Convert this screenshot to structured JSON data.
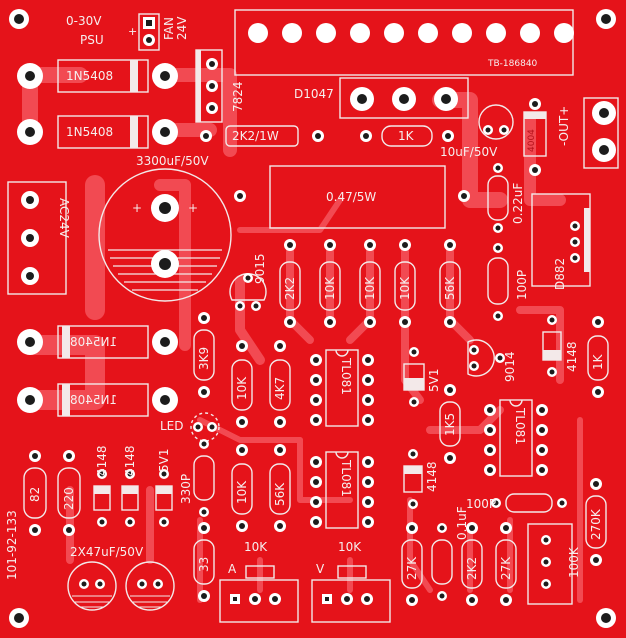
{
  "board": {
    "colors": {
      "substrate": "#e5131a",
      "silkscreen": "#f3e9e9",
      "trace": "#f24a52",
      "pad": "#ffffff",
      "drill": "#1c1c1c"
    },
    "header": {
      "psu_range": "0-30V",
      "psu": "PSU",
      "fan": "FAN",
      "fan_voltage": "24V"
    },
    "terminal_block_label": "TB-186840",
    "transistor_d1047": "D1047",
    "regulator_7824": "7824",
    "rectifiers": [
      "1N5408",
      "1N5408",
      "1N5408",
      "1N5408"
    ],
    "resistor_2k2_1w": "2K2/1W",
    "big_cap": "3300uF/50V",
    "res_1k_top": "1K",
    "cap_10uf": "10uF/50V",
    "res_0r47": "0.47/5W",
    "cap_0_22uf": "0.22uF",
    "diode_4004": "4004",
    "out_label": "-OUT+",
    "ac_label": "AC24V",
    "cap_plus": "+",
    "d882": "D882",
    "cap_100p_right": "100P",
    "res_labels_top_row": [
      "2K2",
      "10K",
      "10K",
      "10K",
      "56K"
    ],
    "transistor_9015": "9015",
    "res_3k9": "3K9",
    "ic_label": "TL081",
    "res_10k_mid": "10K",
    "res_4k7": "4K7",
    "zener_5v1_mid": "5V1",
    "transistor_9014": "9014",
    "diode_4148_right": "4148",
    "res_1k_right": "1K",
    "res_1k5": "1K5",
    "led_label": "LED",
    "part_number": "101-92-133",
    "res_82": "82",
    "res_220": "220",
    "diode_4148_a": "4148",
    "diode_4148_b": "4148",
    "zener_5v1_left": "5V1",
    "cap_330p": "330P",
    "res_10k_low": "10K",
    "res_56k_low": "56K",
    "diode_4148_mid": "4148",
    "cap_0_1uf": "0.1uF",
    "cap_100p_low": "100P",
    "res_270k": "270K",
    "cap_2x47uf": "2X47uF/50V",
    "res_33": "33",
    "pot_a_value": "10K",
    "pot_a_label": "A",
    "pot_v_value": "10K",
    "pot_v_label": "V",
    "res_27k_a": "27K",
    "res_2k2_low": "2K2",
    "res_27k_b": "27K",
    "res_100k": "100K"
  }
}
